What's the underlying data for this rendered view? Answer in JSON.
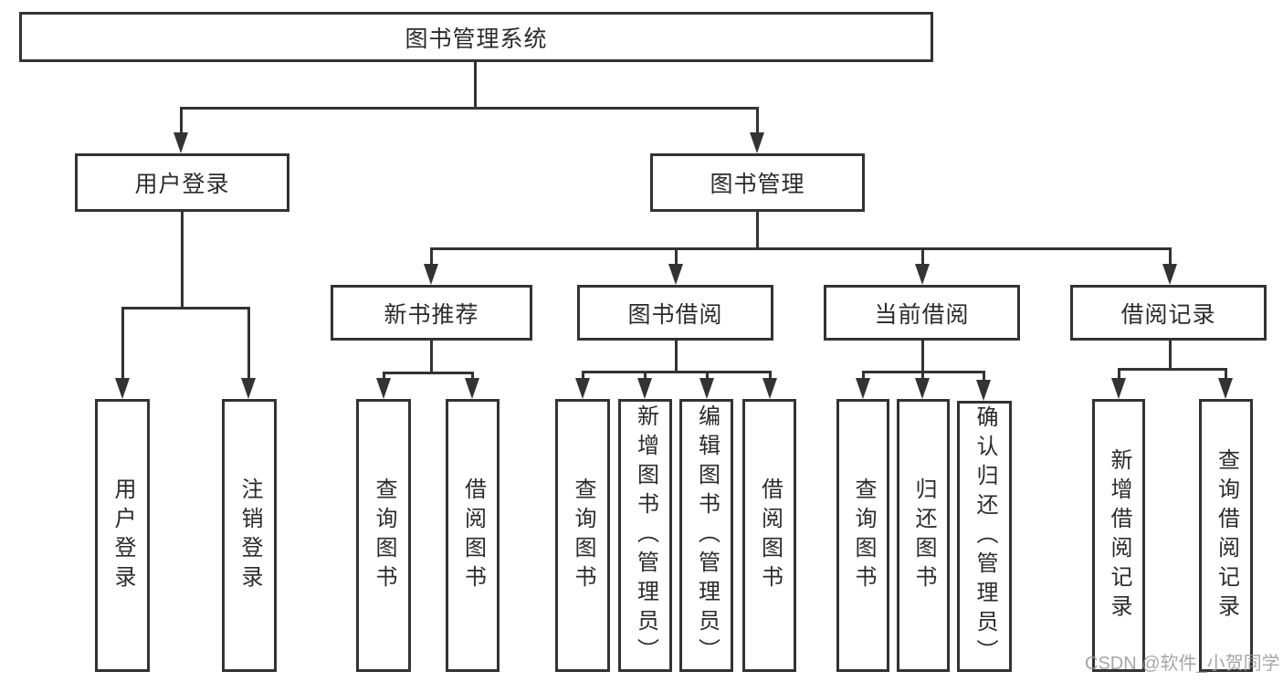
{
  "tree": {
    "label": "图书管理系统",
    "children": [
      {
        "label": "用户登录",
        "children": [
          {
            "label": "用户登录"
          },
          {
            "label": "注销登录"
          }
        ]
      },
      {
        "label": "图书管理",
        "children": [
          {
            "label": "新书推荐",
            "children": [
              {
                "label": "查询图书"
              },
              {
                "label": "借阅图书"
              }
            ]
          },
          {
            "label": "图书借阅",
            "children": [
              {
                "label": "查询图书"
              },
              {
                "label": "新增图书（管理员）"
              },
              {
                "label": "编辑图书（管理员）"
              },
              {
                "label": "借阅图书"
              }
            ]
          },
          {
            "label": "当前借阅",
            "children": [
              {
                "label": "查询图书"
              },
              {
                "label": "归还图书"
              },
              {
                "label": "确认归还（管理员）"
              }
            ]
          },
          {
            "label": "借阅记录",
            "children": [
              {
                "label": "新增借阅记录"
              },
              {
                "label": "查询借阅记录"
              }
            ]
          }
        ]
      }
    ]
  },
  "watermark": "CSDN @软件_小贺同学",
  "colors": {
    "line": "#333333",
    "text": "#2b2b2b",
    "watermark": "#969696",
    "background": "#ffffff"
  }
}
